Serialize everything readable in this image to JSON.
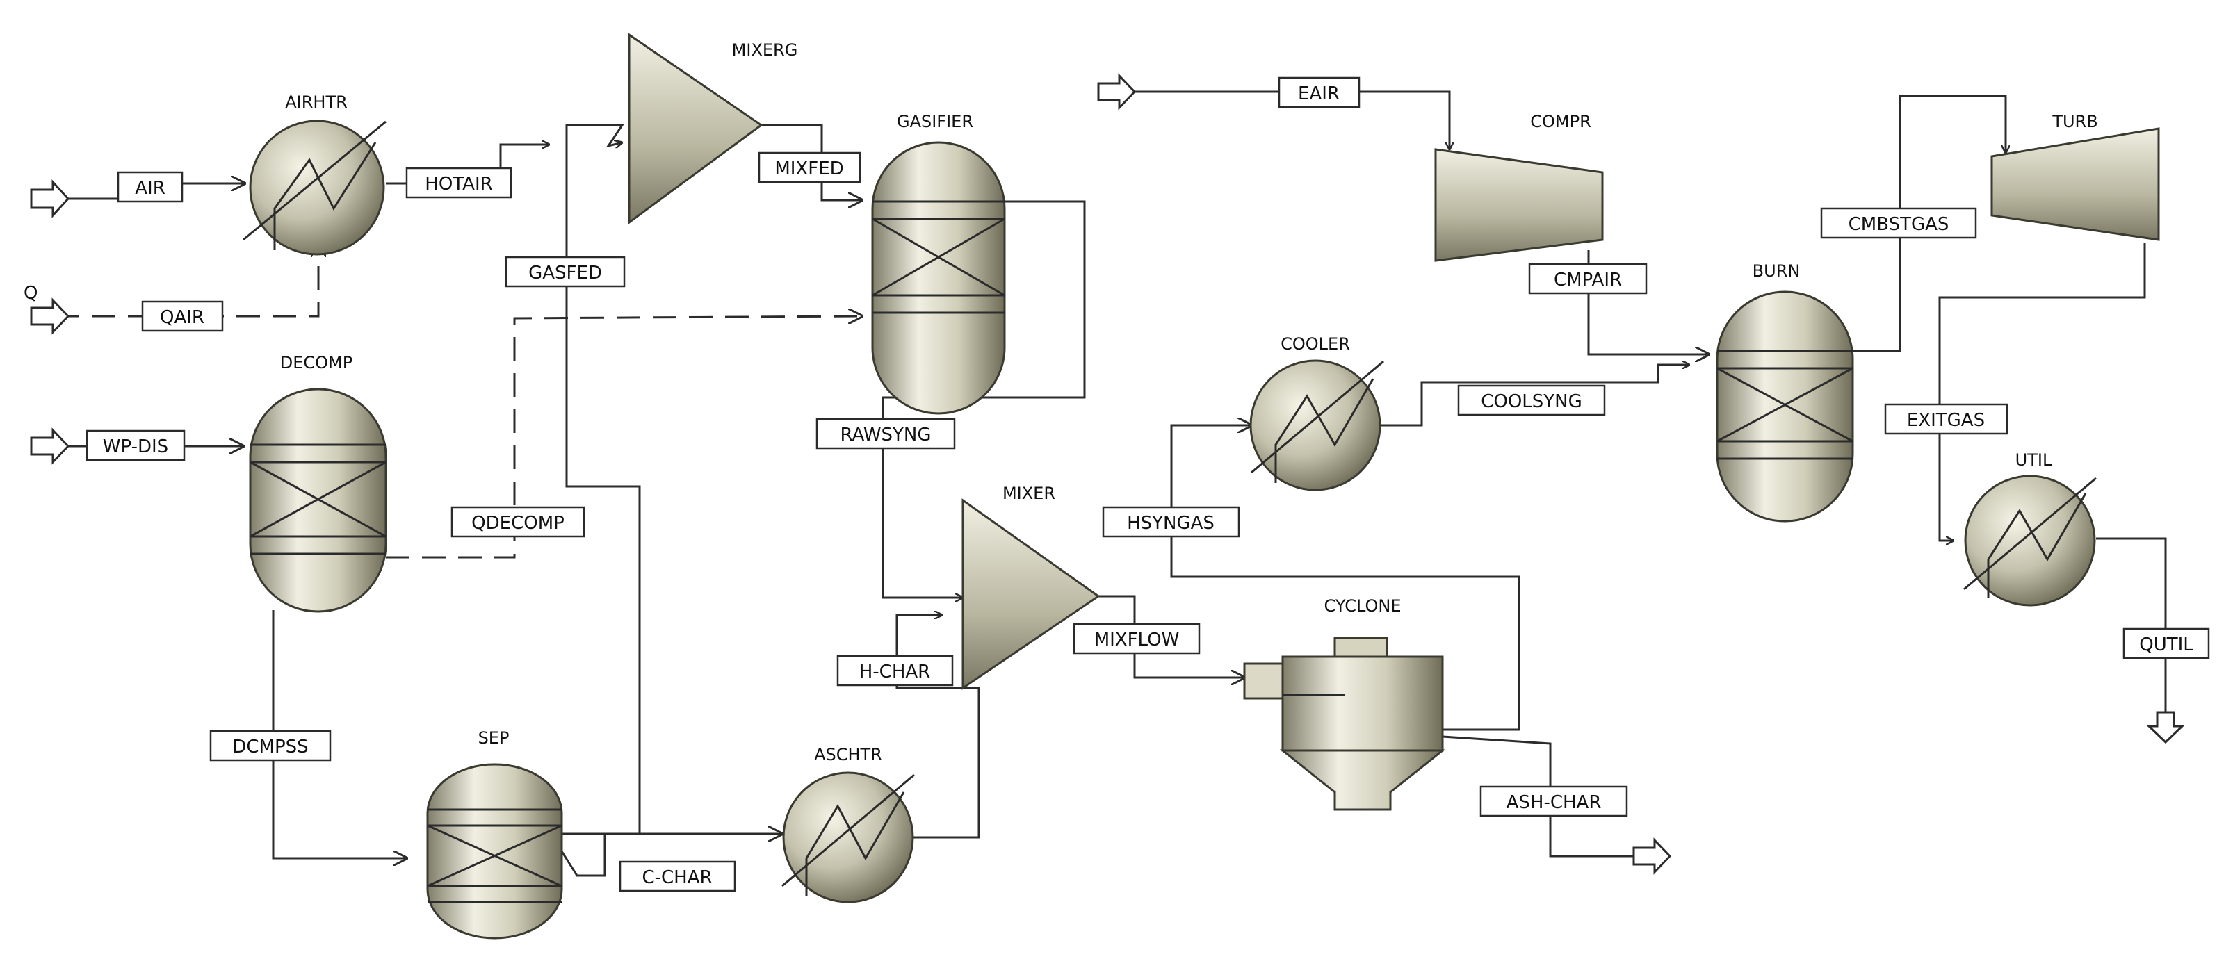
{
  "blocks": {
    "airhtr": "AIRHTR",
    "mixerg": "MIXERG",
    "gasifier": "GASIFIER",
    "decomp": "DECOMP",
    "sep": "SEP",
    "aschtr": "ASCHTR",
    "mixer": "MIXER",
    "cyclone": "CYCLONE",
    "cooler": "COOLER",
    "compr": "COMPR",
    "burn": "BURN",
    "turb": "TURB",
    "util": "UTIL"
  },
  "streams": {
    "air": "AIR",
    "hotair": "HOTAIR",
    "qair": "QAIR",
    "q": "Q",
    "gasfed": "GASFED",
    "mixfed": "MIXFED",
    "wp_dis": "WP-DIS",
    "qdecomp": "QDECOMP",
    "dcmpss": "DCMPSS",
    "c_char": "C-CHAR",
    "h_char": "H-CHAR",
    "rawsyng": "RAWSYNG",
    "mixflow": "MIXFLOW",
    "hsyngas": "HSYNGAS",
    "ash_char": "ASH-CHAR",
    "coolsyng": "COOLSYNG",
    "eair": "EAIR",
    "cmpair": "CMPAIR",
    "cmbstgas": "CMBSTGAS",
    "exitgas": "EXITGAS",
    "qutil": "QUTIL"
  },
  "colors": {
    "equipment_light": "#ecebdc",
    "equipment_dark": "#6f6d58",
    "line": "#2b2b2b"
  }
}
